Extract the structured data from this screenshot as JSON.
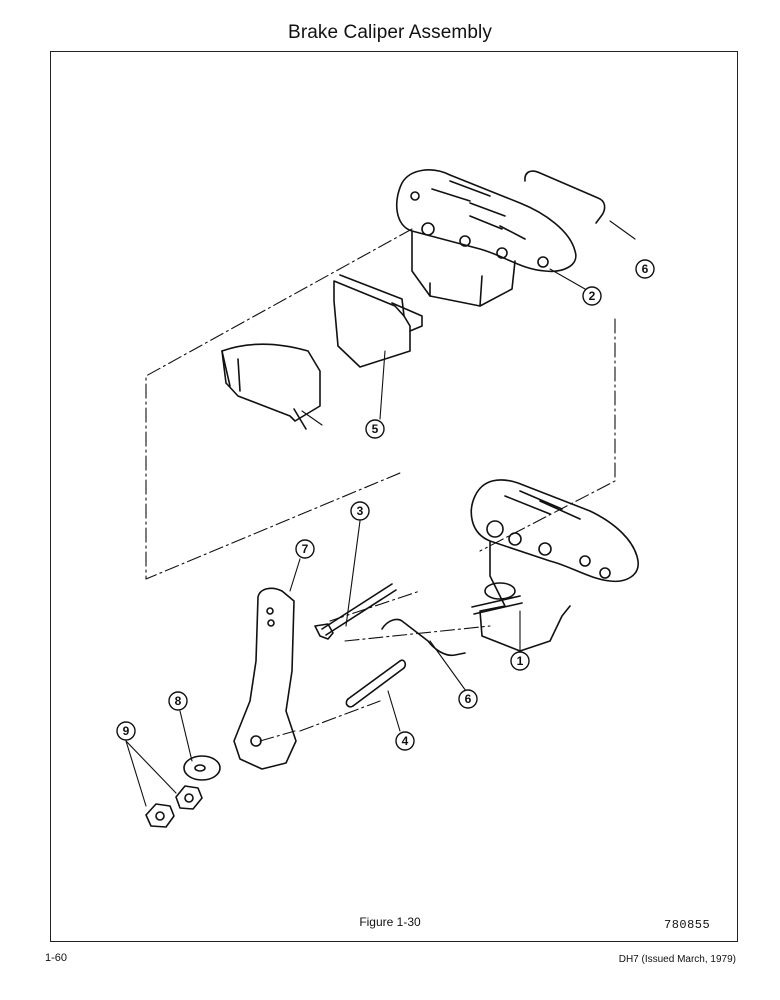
{
  "page": {
    "title": "Brake Caliper Assembly",
    "figure_caption": "Figure 1-30",
    "drawing_code": "780855",
    "page_number": "1-60",
    "issue_line": "DH7 (Issued March, 1979)"
  },
  "callouts": [
    "1",
    "2",
    "3",
    "4",
    "5",
    "6",
    "6",
    "7",
    "8",
    "9"
  ]
}
